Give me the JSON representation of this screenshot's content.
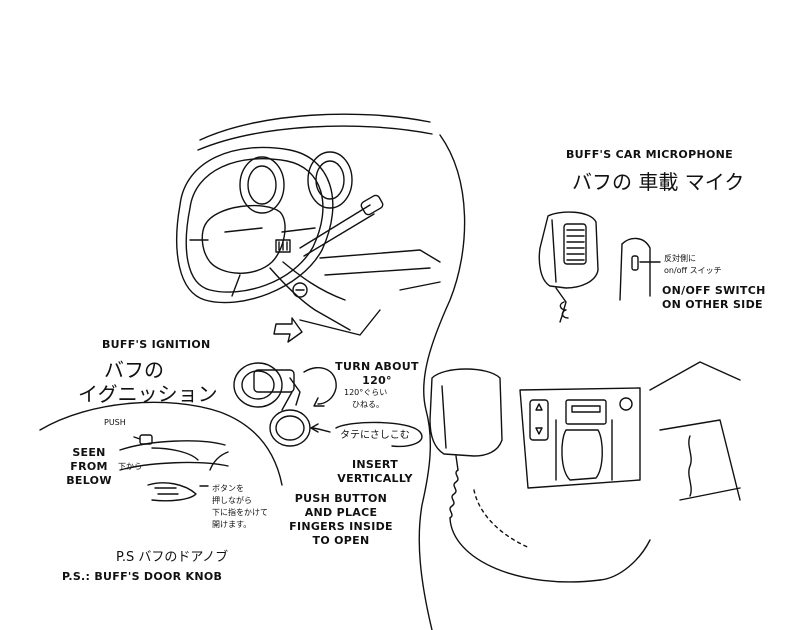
{
  "car_mic": {
    "title_en": "BUFF'S CAR MICROPHONE",
    "title_jp": "バフの 車載 マイク",
    "switch_jp": [
      "反対側に",
      "on/off スイッチ"
    ],
    "switch_en": [
      "ON/OFF SWITCH",
      "ON OTHER SIDE"
    ]
  },
  "ignition": {
    "title_en": "BUFF'S IGNITION",
    "title_jp": [
      "バフの",
      "イグニッション"
    ],
    "turn_en": [
      "TURN ABOUT",
      "120°"
    ],
    "turn_jp": [
      "120°ぐらい",
      "ひねる。"
    ],
    "insert_jp": "タテにさしこむ",
    "insert_en": [
      "INSERT",
      "VERTICALLY"
    ]
  },
  "door_knob": {
    "push_label": "PUSH",
    "seen_from_below": [
      "SEEN",
      "FROM",
      "BELOW"
    ],
    "from_below_jp": "下から",
    "instruction_jp": [
      "ボタンを",
      "押しながら",
      "下に指をかけて",
      "開けます。"
    ],
    "instruction_en": [
      "PUSH BUTTON",
      "AND PLACE",
      "FINGERS INSIDE",
      "TO OPEN"
    ],
    "ps_jp": "P.S  バフのドアノブ",
    "ps_en": "P.S.: BUFF'S DOOR KNOB"
  },
  "icons": [
    "steering-wheel-sketch",
    "key-icon",
    "microphone-sketch",
    "console-cradle-sketch",
    "arrow-icon"
  ]
}
